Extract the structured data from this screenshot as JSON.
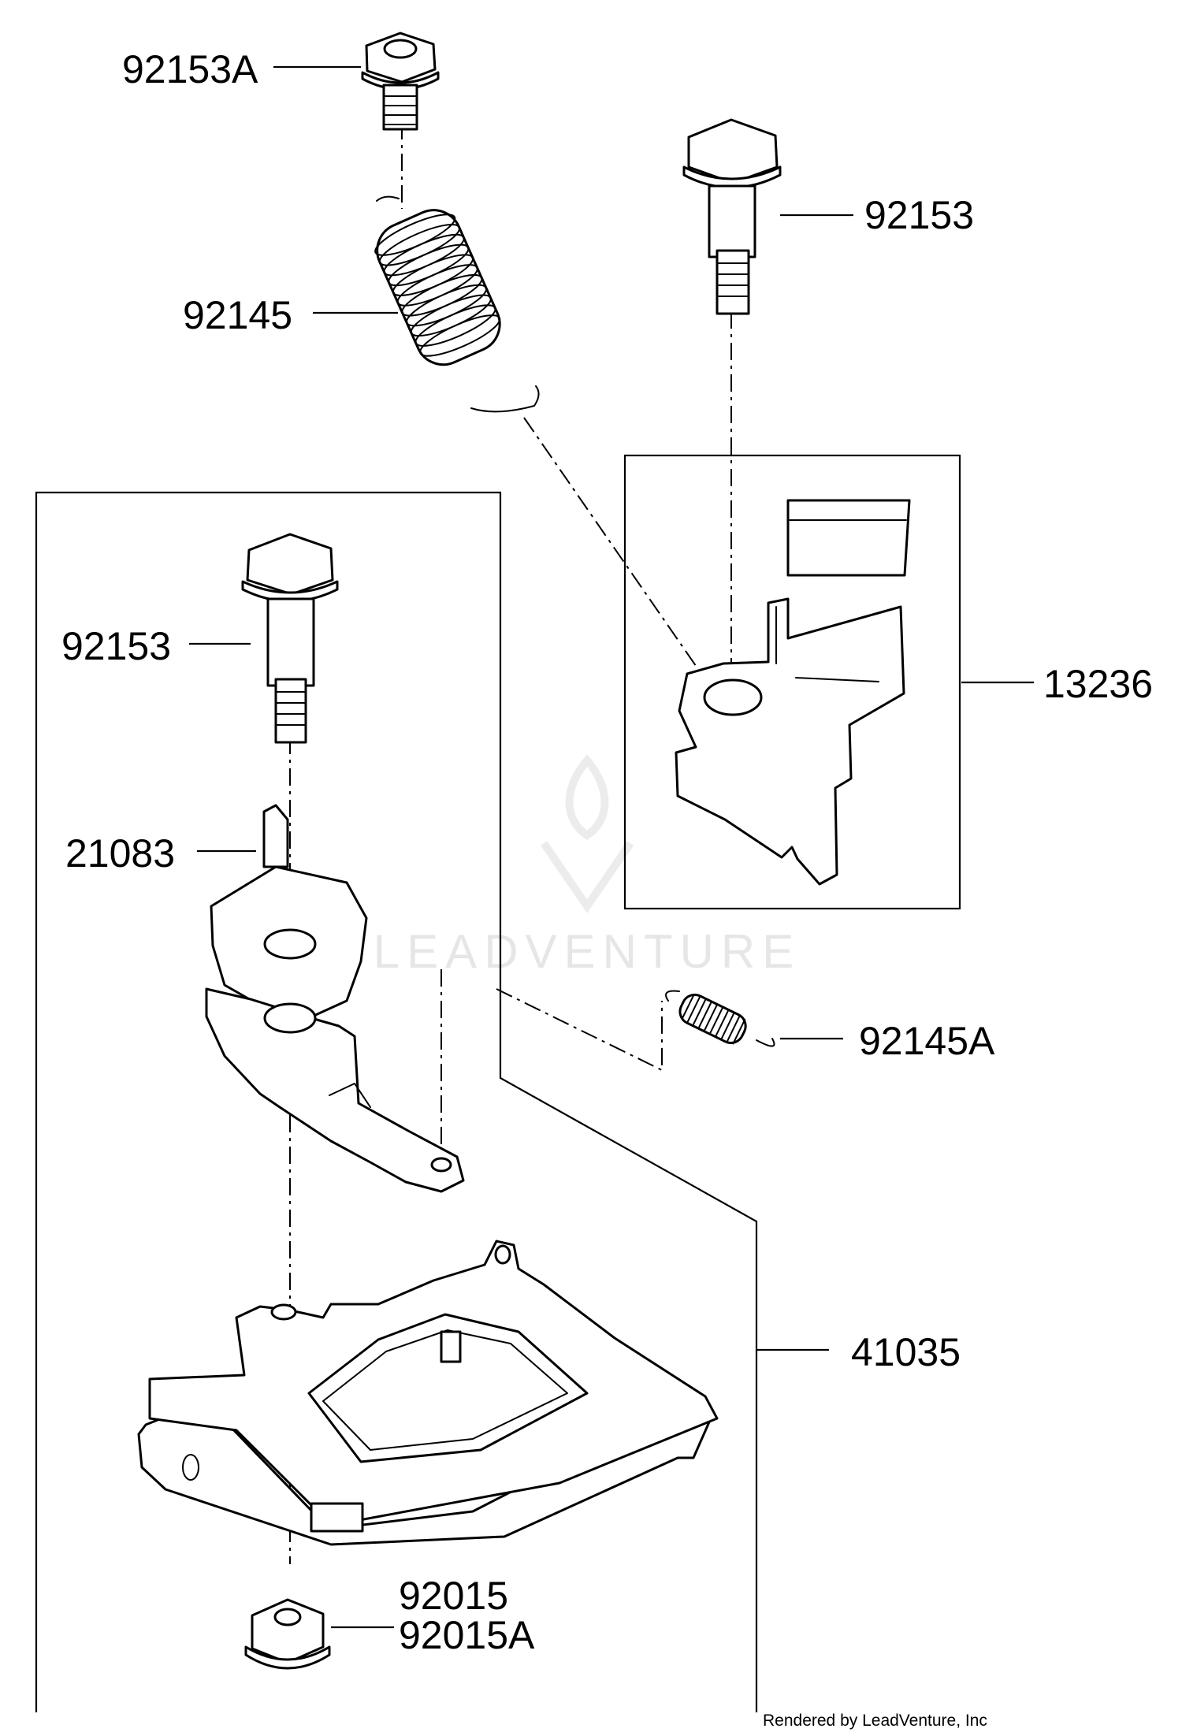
{
  "part_labels": [
    {
      "id": "p92153A",
      "text": "92153A"
    },
    {
      "id": "p92153_top",
      "text": "92153"
    },
    {
      "id": "p92145",
      "text": "92145"
    },
    {
      "id": "p92153_left",
      "text": "92153"
    },
    {
      "id": "p13236",
      "text": "13236"
    },
    {
      "id": "p21083",
      "text": "21083"
    },
    {
      "id": "p92145A",
      "text": "92145A"
    },
    {
      "id": "p41035",
      "text": "41035"
    },
    {
      "id": "p92015",
      "text": "92015"
    },
    {
      "id": "p92015A",
      "text": "92015A"
    }
  ],
  "watermark": "LEADVENTURE",
  "credit": "Rendered by LeadVenture, Inc"
}
